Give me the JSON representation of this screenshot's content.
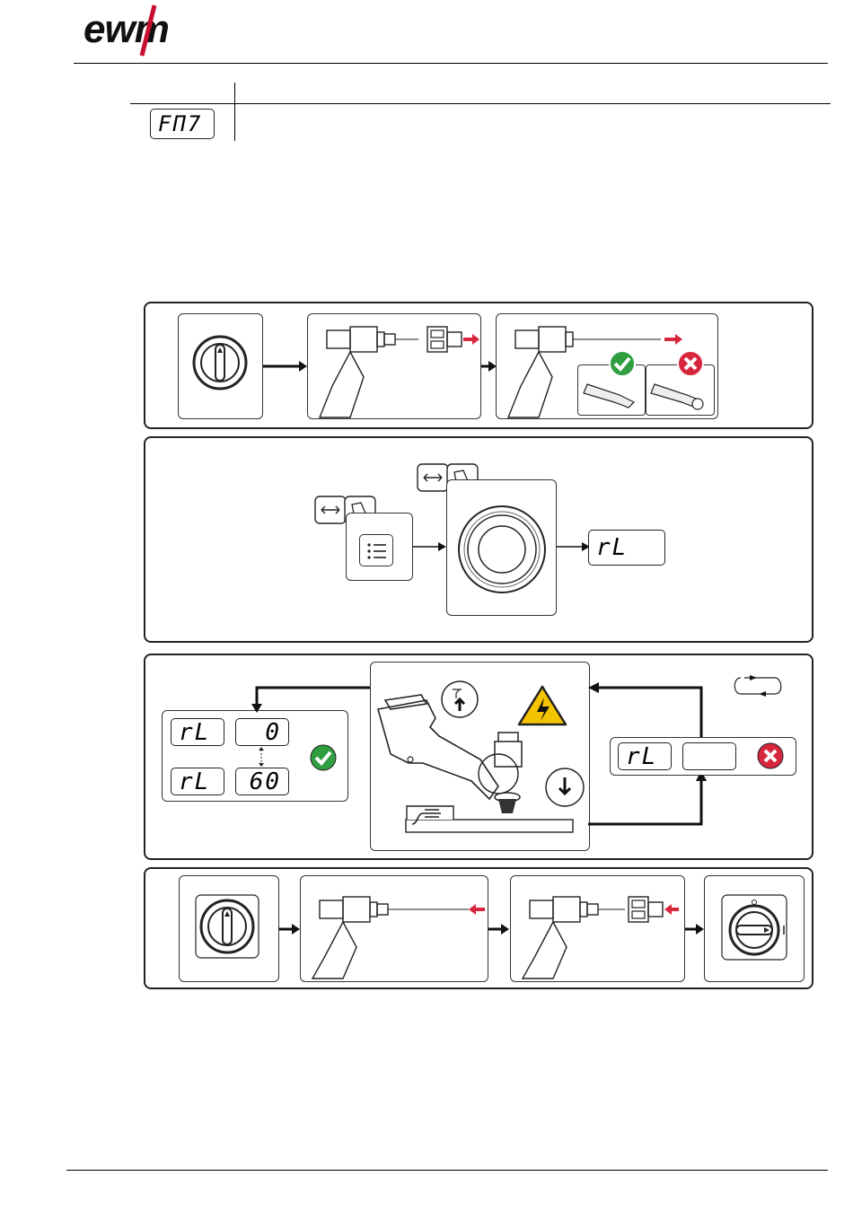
{
  "header": {
    "logo_text": "ewm",
    "brand_color": "#c8102e"
  },
  "parameter_table": {
    "display_code": "FΠ7",
    "description": ""
  },
  "step2": {
    "display_value": "rL"
  },
  "step3": {
    "display_rows": [
      {
        "label": "rL",
        "value": "0"
      },
      {
        "label": "rL",
        "value": "60"
      }
    ],
    "fail_label": "rL",
    "fail_value": ""
  },
  "colors": {
    "ok": "#2e9e3e",
    "error": "#d7263d",
    "warning": "#f5c400",
    "arrow_red": "#d7263d"
  },
  "icons": [
    "power-switch-icon",
    "torch-icon",
    "check-icon",
    "cross-icon",
    "hand-press-icon",
    "menu-icon",
    "rotary-knob-icon",
    "high-voltage-icon",
    "arrow-up-icon",
    "arrow-down-icon",
    "loop-icon",
    "ground-icon"
  ]
}
